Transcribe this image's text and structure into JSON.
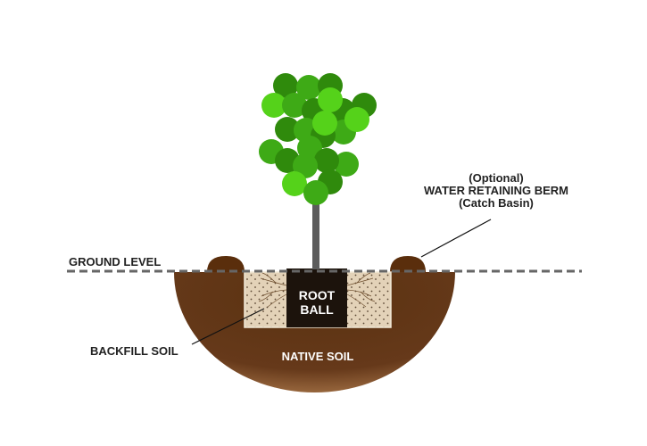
{
  "labels": {
    "ground_level": "GROUND LEVEL",
    "berm_line1": "(Optional)",
    "berm_line2": "WATER RETAINING BERM",
    "berm_line3": "(Catch Basin)",
    "root_ball_line1": "ROOT",
    "root_ball_line2": "BALL",
    "native_soil": "NATIVE SOIL",
    "backfill_soil": "BACKFILL SOIL"
  },
  "colors": {
    "native_soil": "#5c3310",
    "native_soil_edge": "#9a6a3e",
    "backfill": "#e3d2b8",
    "root_ball": "#1c130c",
    "trunk": "#5c5c5c",
    "ground_line": "#666666",
    "leaf_dark": "#2f8a0c",
    "leaf_mid": "#3eaa16",
    "leaf_light": "#55d21a"
  }
}
